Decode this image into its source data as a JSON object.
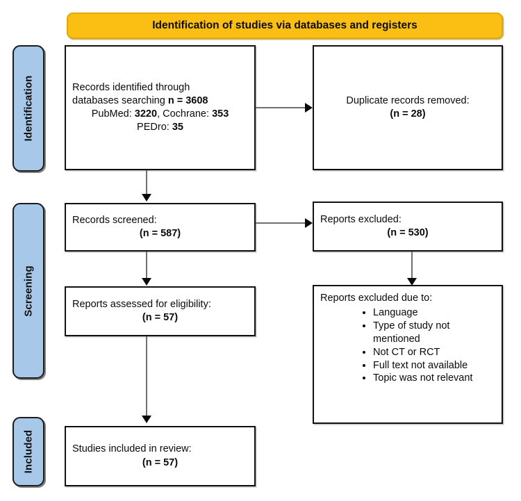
{
  "diagram": {
    "title": "Identification of studies via databases and registers",
    "type": "PRISMA flow diagram"
  },
  "header": {
    "banner_label": "Identification of studies via databases and registers"
  },
  "stages": [
    {
      "id": "identification",
      "label": "Identification"
    },
    {
      "id": "screening",
      "label": "Screening"
    },
    {
      "id": "included",
      "label": "Included"
    }
  ],
  "boxes": {
    "records_identified": {
      "line1": "Records identified through",
      "line2_prefix": "databases searching ",
      "line2_value": "n = 3608",
      "line3_a_label": "PubMed: ",
      "line3_a_value": "3220",
      "line3_sep": ", ",
      "line3_b_label": "Cochrane: ",
      "line3_b_value": "353",
      "line4_label": "PEDro: ",
      "line4_value": "35"
    },
    "duplicates_removed": {
      "label": "Duplicate records removed:",
      "count": "(n = 28)"
    },
    "records_screened": {
      "label": "Records screened:",
      "count": "(n = 587)"
    },
    "reports_excluded": {
      "label": "Reports excluded:",
      "count": "(n = 530)"
    },
    "reports_assessed": {
      "label": "Reports assessed for eligibility:",
      "count": "(n = 57)"
    },
    "exclusion_reasons": {
      "label": "Reports excluded due to:",
      "items": [
        "Language",
        "Type of study not mentioned",
        "Not CT or RCT",
        "Full text not available",
        "Topic was not relevant"
      ]
    },
    "studies_included": {
      "label": "Studies included in review:",
      "count": "(n = 57)"
    }
  },
  "colors": {
    "banner": "#fbbf14",
    "stage_bar": "#a8c8ea",
    "box_border": "#101010",
    "connector": "#6f6f6f"
  }
}
